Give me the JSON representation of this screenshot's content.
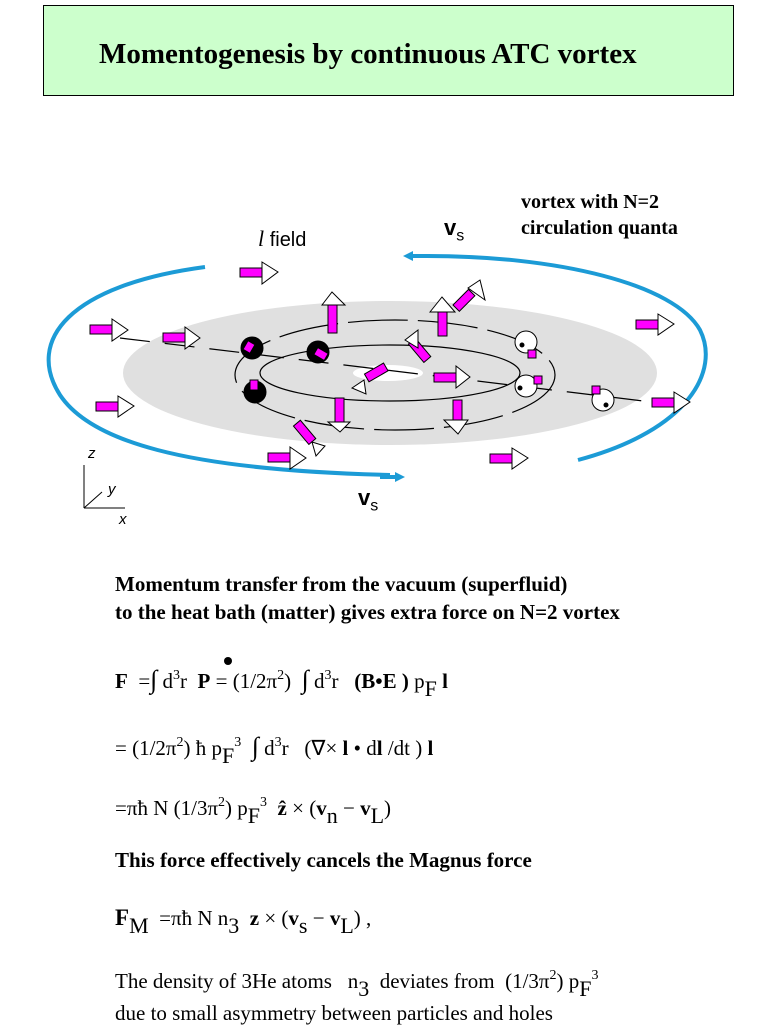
{
  "title": "Momentogenesis by continuous ATC vortex",
  "figure": {
    "l_field_italic": "l",
    "l_field_word": "field",
    "vortex_label_line1": "vortex with N=2",
    "vortex_label_line2": "circulation quanta",
    "vs_symbol": "v",
    "vs_sub": "s",
    "axis_z": "z",
    "axis_y": "y",
    "axis_x": "x",
    "colors": {
      "flow": "#1c9bd6",
      "disk": "#e0e0e0",
      "stick": "#ff00ff",
      "title_bg": "#ccffcc"
    }
  },
  "text": {
    "momentum_line1": "Momentum transfer from the vacuum (superfluid)",
    "momentum_line2": "to the heat bath (matter) gives extra force on N=2 vortex",
    "cancel_line": "This force effectively cancels the Magnus force",
    "density_line1_a": "The density of 3He atoms",
    "density_line1_b": "n",
    "density_line1_b_sub": "3",
    "density_line1_c": "deviates from",
    "density_line1_d": "(1/3π",
    "density_line1_d_sup": "2",
    "density_line1_e": ") p",
    "density_line1_e_sub": "F",
    "density_line1_e_sup": "3",
    "density_line2": "due to small asymmetry between particles and holes"
  },
  "equations": {
    "eq1": {
      "F": "F",
      "eq": "=",
      "int": "∫",
      "d": "d",
      "three": "3",
      "r": "r",
      "Pdot": "P",
      "rhs1": "= (1/2π",
      "two": "2",
      "rhs2": ")",
      "int2": "∫",
      "d2": "d",
      "three2": "3",
      "r2": "r",
      "BE": "(B•E )",
      "p": "p",
      "F_sub": "F",
      "l": "l"
    },
    "eq2": {
      "lead": "= (1/2π",
      "two": "2",
      "hbar": ") ħ p",
      "F_sub": "F",
      "three": "3",
      "int": "∫",
      "d": "d",
      "three2": "3",
      "r": "r",
      "curl": "(∇× ",
      "lbold": "l",
      "dot": " • ",
      "dl": "d",
      "lbold2": "l",
      "dt": " /dt ) ",
      "lend": "l"
    },
    "eq3": {
      "lead": "=πħ N (1/3π",
      "two": "2",
      "p": ") p",
      "F_sub": "F",
      "three": "3",
      "zhat": "ẑ",
      "cross": " × (",
      "vn": "v",
      "n_sub": "n",
      "minus": " − ",
      "vL": "v",
      "L_sub": "L",
      "close": ")"
    },
    "eq4": {
      "F": "F",
      "M_sub": "M",
      "rest1": "=πħ N n",
      "three_sub": "3",
      "z": "z",
      "cross": " × (",
      "vs": "v",
      "s_sub": "s",
      "minus": " − ",
      "vL": "v",
      "L_sub": "L",
      "close": ") ,"
    }
  }
}
